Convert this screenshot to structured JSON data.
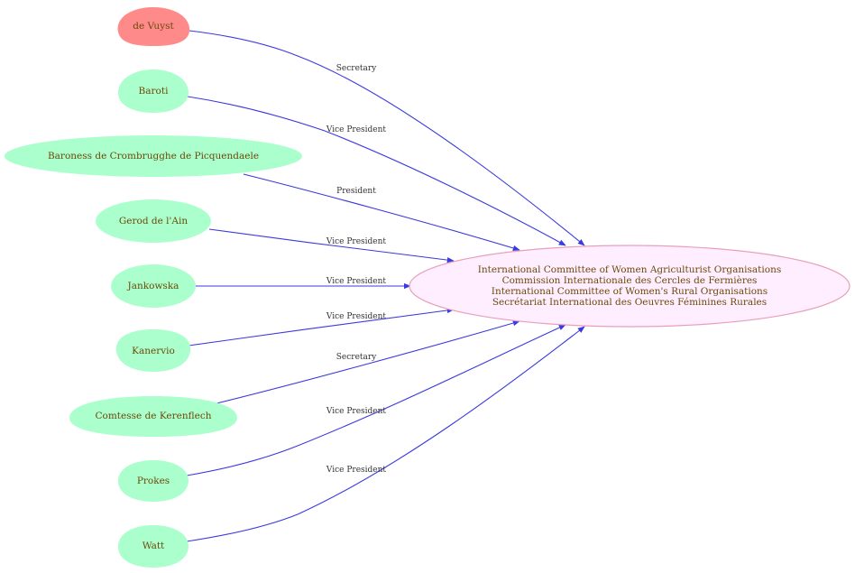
{
  "diagram": {
    "center": {
      "lines": [
        "International Committee of Women Agriculturist Organisations",
        "Commission Internationale des Cercles de Fermières",
        "International Committee of Women's Rural Organisations",
        "Secrétariat International des Oeuvres Féminines Rurales"
      ]
    },
    "nodes": [
      {
        "label": "de Vuyst",
        "role": "Secretary",
        "color": "#ff8a8a"
      },
      {
        "label": "Baroti",
        "role": "Vice President",
        "color": "#aaffcc"
      },
      {
        "label": "Baroness  de Crombrugghe de Picquendaele",
        "role": "President",
        "color": "#aaffcc"
      },
      {
        "label": "Gerod  de l'Ain",
        "role": "Vice President",
        "color": "#aaffcc"
      },
      {
        "label": "Jankowska",
        "role": "Vice President",
        "color": "#aaffcc"
      },
      {
        "label": "Kanervio",
        "role": "Vice President",
        "color": "#aaffcc"
      },
      {
        "label": "Comtesse de Kerenflech",
        "role": "Secretary",
        "color": "#aaffcc"
      },
      {
        "label": "Prokes",
        "role": "Vice President",
        "color": "#aaffcc"
      },
      {
        "label": "Watt",
        "role": "Vice President",
        "color": "#aaffcc"
      }
    ],
    "colors": {
      "edge": "#3a3ae0",
      "center_fill": "#ffeeff",
      "center_stroke": "#e8a0b8",
      "text": "#6b4a0a"
    }
  }
}
